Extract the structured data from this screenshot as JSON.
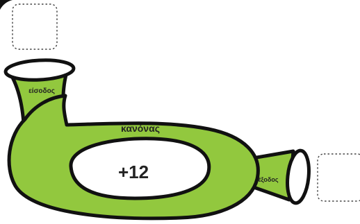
{
  "labels": {
    "input": "είσοδος",
    "rule": "κανόνας",
    "output": "έξοδος",
    "rule_value": "+12"
  },
  "colors": {
    "machine_fill": "#92c83e",
    "outline": "#111111",
    "hole_fill": "#ffffff",
    "box_border": "#444444"
  },
  "boxes": {
    "input_answer": "",
    "output_answer": ""
  }
}
